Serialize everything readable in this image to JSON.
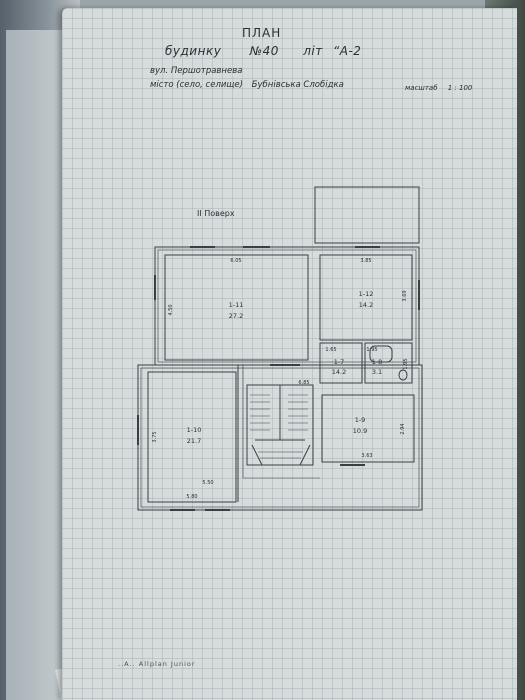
{
  "header": {
    "title": "ПЛАН",
    "building_word": "будинку",
    "building_number": "№40",
    "letter_word": "літ",
    "letter_value": "“А-2",
    "street": "вул. Першотравнева",
    "city_label": "місто (село, селище)",
    "city_value": "Бубнівська Слобідка",
    "scale_label": "масштаб",
    "scale_value": "1 : 100"
  },
  "floor_label": "II Поверх",
  "rooms": [
    {
      "id": "1-11",
      "area": "27.2"
    },
    {
      "id": "1-12",
      "area": "14.2"
    },
    {
      "id": "1-10",
      "area": "21.7"
    },
    {
      "id": "1-7",
      "area": "14.2"
    },
    {
      "id": "1-8",
      "area": "3.1"
    },
    {
      "id": "1-9",
      "area": "10.9"
    }
  ],
  "dimensions": {
    "d1": "6.05",
    "d2": "4.50",
    "d3": "3.85",
    "d4": "3.69",
    "d5": "1.65",
    "d6": "1.95",
    "d7": "6.85",
    "d8": "3.75",
    "d9": "5.50",
    "d10": "5.80",
    "d11": "2.94",
    "d12": "3.63",
    "d13": "1.95"
  },
  "footer": {
    "text": "..А.. Allplan Junior"
  }
}
